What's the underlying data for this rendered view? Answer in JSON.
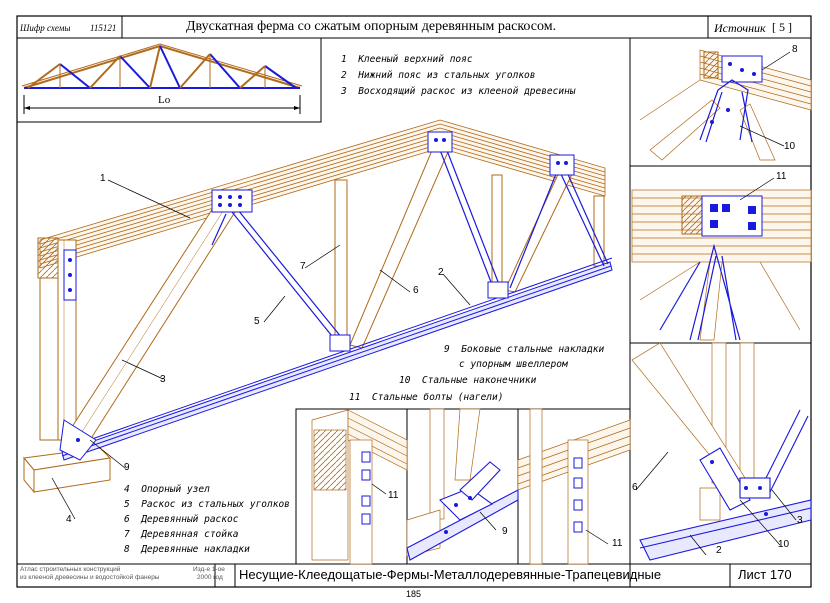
{
  "header": {
    "code_label": "Шифр схемы",
    "code_value": "115121",
    "title": "Двускатная ферма со сжатым опорным деревянным раскосом.",
    "source_label": "Источник",
    "source_value": "[ 5 ]"
  },
  "overview": {
    "span_label": "Lo"
  },
  "legend_top": [
    {
      "num": "1",
      "text": "Клееный верхний пояс"
    },
    {
      "num": "2",
      "text": "Нижний пояс из стальных уголков"
    },
    {
      "num": "3",
      "text": "Восходящий раскос из клееной древесины"
    }
  ],
  "legend_mid": [
    {
      "num": "9",
      "text": "Боковые стальные накладки"
    },
    {
      "num": "",
      "text": "с упорным швеллером"
    },
    {
      "num": "10",
      "text": "Стальные наконечники"
    },
    {
      "num": "11",
      "text": "Стальные болты (нагели)"
    }
  ],
  "legend_bottom": [
    {
      "num": "4",
      "text": "Опорный узел"
    },
    {
      "num": "5",
      "text": "Раскос из стальных уголков"
    },
    {
      "num": "6",
      "text": "Деревянный раскос"
    },
    {
      "num": "7",
      "text": "Деревянная стойка"
    },
    {
      "num": "8",
      "text": "Деревянные накладки"
    }
  ],
  "callouts": {
    "c1": "1",
    "c2": "2",
    "c3": "3",
    "c4": "4",
    "c5": "5",
    "c6": "6",
    "c7": "7",
    "c9": "9",
    "d8": "8",
    "d10": "10",
    "d11": "11",
    "e11a": "11",
    "e9": "9",
    "e11b": "11",
    "f6": "6",
    "f2": "2",
    "f10": "10",
    "f3": "3"
  },
  "footer": {
    "atlas_line1": "Атлас строительных конструкций",
    "atlas_line2": "из клееной древесины и водостойкой фанеры",
    "edition_line1": "Изд-е 1-ое",
    "edition_line2": "2000 год",
    "name": "Несущие-Клеедощатые-Фермы-Металлодеревянные-Трапецевидные",
    "sheet": "Лист 170",
    "page_number": "185"
  },
  "colors": {
    "wood": "#b06a1a",
    "steel": "#1a1adc",
    "frame": "#000000"
  }
}
